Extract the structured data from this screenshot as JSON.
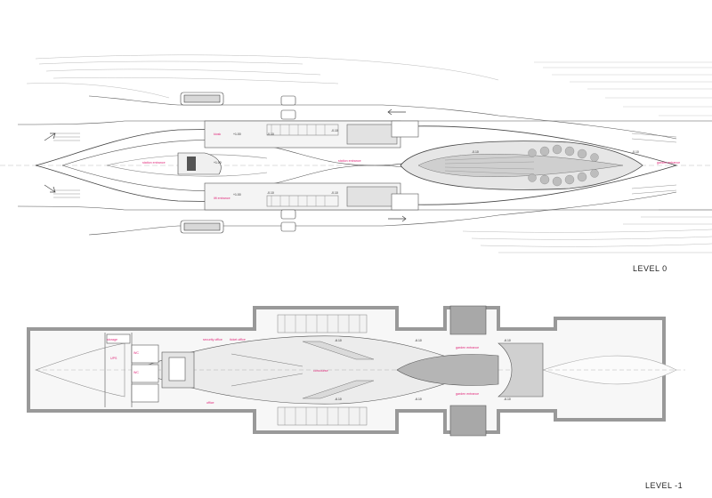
{
  "levels": {
    "level0": "LEVEL 0",
    "level1": "LEVEL -1"
  },
  "level0_labels": {
    "kiosk": "kiosk",
    "lift_entrance": "lift entrance",
    "station_entrance_left": "station entrance",
    "station_entrance_mid": "station entrance",
    "garden_entrance": "garden entrance",
    "elev_top": "+1.00",
    "elev_bottom": "+1.00",
    "elev_a": "-0.10",
    "elev_b": "-0.10",
    "elev_c": "-0.10",
    "elev_d": "-0.10",
    "elev_e": "-0.10",
    "elev_f": "+1.00"
  },
  "level1_labels": {
    "storage": "storage",
    "wc_m": "WC",
    "wc_f": "WC",
    "ups": "UPS",
    "security_office": "security office",
    "ticket_office": "ticket office",
    "concourse": "concourse",
    "office": "office",
    "garden_entrance_top": "garden entrance",
    "garden_entrance_bottom": "garden entrance",
    "elev_1": "-6.10",
    "elev_2": "-6.10",
    "elev_3": "-6.10",
    "elev_4": "-6.10",
    "elev_5": "-6.10",
    "elev_6": "-6.10"
  },
  "colors": {
    "accent_magenta": "#e0287a",
    "line": "#555555",
    "wall": "#999999",
    "dark_fill": "#6a6a6a",
    "light_fill": "#e9e9e9"
  }
}
